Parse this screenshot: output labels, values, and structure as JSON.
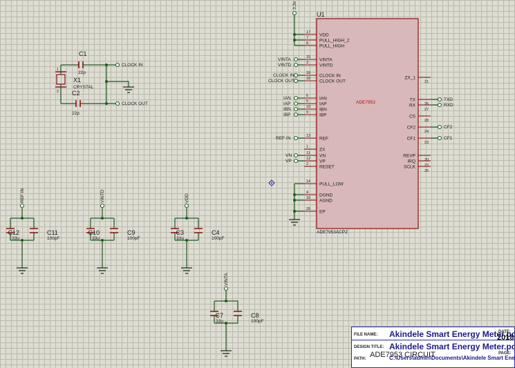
{
  "power": {
    "v33": "3.3v"
  },
  "ic": {
    "ref": "U1",
    "name": "ADE7953",
    "part": "ADE7953ACPZ",
    "left_pins": [
      {
        "num": "17",
        "label": "VDD"
      },
      {
        "num": "7",
        "label": "PULL_HIGH_2"
      },
      {
        "num": "8",
        "label": "PULL_HIGH"
      },
      {
        "num": "15",
        "label": "VINTA"
      },
      {
        "num": "3",
        "label": "VINTD"
      },
      {
        "num": "18",
        "label": "CLOCK IN"
      },
      {
        "num": "19",
        "label": "CLOCK OUT"
      },
      {
        "num": "6",
        "label": "IAN"
      },
      {
        "num": "5",
        "label": "IAP"
      },
      {
        "num": "10",
        "label": "IBN"
      },
      {
        "num": "9",
        "label": "IBP"
      },
      {
        "num": "13",
        "label": "REF"
      },
      {
        "num": "1",
        "label": "ZX"
      },
      {
        "num": "11",
        "label": "VN"
      },
      {
        "num": "12",
        "label": "VP"
      },
      {
        "num": "2",
        "label": "RESET"
      },
      {
        "num": "14",
        "label": "PULL_LOW"
      },
      {
        "num": "4",
        "label": "DGND"
      },
      {
        "num": "16",
        "label": "AGND"
      },
      {
        "num": "29",
        "label": "EP"
      }
    ],
    "right_pins": [
      {
        "num": "21",
        "label": "ZX_1"
      },
      {
        "num": "26",
        "label": "TX"
      },
      {
        "num": "27",
        "label": "RX"
      },
      {
        "num": "28",
        "label": "CS"
      },
      {
        "num": "24",
        "label": "CF2"
      },
      {
        "num": "23",
        "label": "CF1"
      },
      {
        "num": "20",
        "label": "REVP"
      },
      {
        "num": "22",
        "label": "IRQ"
      },
      {
        "num": "25",
        "label": "SCLK"
      }
    ]
  },
  "net_labels": {
    "vinta": "VINTA",
    "vintd": "VINTD",
    "clock_in": "CLOCK IN",
    "clock_out": "CLOCK OUT",
    "ian": "IAN",
    "iap": "IAP",
    "ibn": "IBN",
    "ibp": "IBP",
    "ref_in": "REF IN",
    "vn": "VN",
    "vp": "VP",
    "txd": "TXD",
    "rxd": "RXD",
    "cf2": "CF2",
    "cf1": "CF1",
    "ref_in_v": "REF IN",
    "vintd_v": "VINTD",
    "vdd_v": "VDD",
    "vinta_v": "VINTA"
  },
  "crystal": {
    "c1": "C1",
    "c1_val": "22p",
    "c2": "C2",
    "c2_val": "22p",
    "x1": "X1",
    "x1_type": "CRYSTAL",
    "pin1": "1",
    "pin2": "2"
  },
  "decoupling": [
    {
      "c_big": "C12",
      "c_big_val": "33u",
      "c_small": "C11",
      "c_small_val": "100pF"
    },
    {
      "c_big": "C10",
      "c_big_val": "33u",
      "c_small": "C9",
      "c_small_val": "100pF"
    },
    {
      "c_big": "C3",
      "c_big_val": "33u",
      "c_small": "C4",
      "c_small_val": "100pF"
    },
    {
      "c_big": "C7",
      "c_big_val": "33u",
      "c_small": "C8",
      "c_small_val": "100pF"
    }
  ],
  "title_block": {
    "file_label": "FILE NAME:",
    "file_value": "Akindele Smart Energy Meter.pdsprj",
    "design_label": "DESIGN TITLE:",
    "design_value": "Akindele Smart Energy Meter.pdsprj",
    "design_sub": "ADE7953 CIRCUIT",
    "path_label": "PATH:",
    "path_value": "C:\\Users\\admin\\Documents\\Akindele Smart Energy Meter",
    "date_label": "DATE:",
    "year": "2018",
    "page_label": "PAGE:"
  },
  "colors": {
    "wire": "#1f5a1f",
    "component": "#8a1010",
    "ic_fill": "#d8b8b8",
    "grid": "#b9b9ad"
  }
}
